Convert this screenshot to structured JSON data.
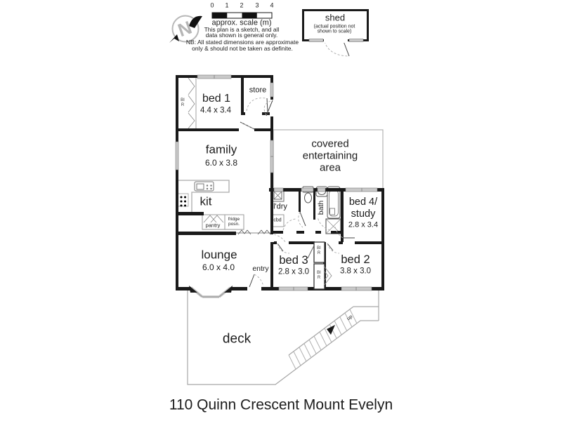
{
  "title": "110 Quinn Crescent Mount Evelyn",
  "scalebar": {
    "ticks": [
      "0",
      "1",
      "2",
      "3",
      "4"
    ],
    "caption": "approx. scale (m)",
    "note1": "This plan is a sketch, and all",
    "note2": "data shown is general only.",
    "nb1": "NB: All stated dimensions are approximate",
    "nb2": "only & should not be taken as definite."
  },
  "compass": {
    "letter": "N"
  },
  "shed": {
    "name": "shed",
    "note1": "(actual position not",
    "note2": "shown to scale)"
  },
  "rooms": {
    "bed1": {
      "name": "bed 1",
      "dims": "4.4 x 3.4"
    },
    "store": {
      "name": "store"
    },
    "family": {
      "name": "family",
      "dims": "6.0 x 3.8"
    },
    "covered": {
      "line1": "covered",
      "line2": "entertaining",
      "line3": "area"
    },
    "kit": {
      "name": "kit"
    },
    "pantry": {
      "name": "pantry"
    },
    "fridge": {
      "line1": "fridge",
      "line2": "posn."
    },
    "ldry": {
      "name": "l'dry"
    },
    "cbd": {
      "name": "cbd"
    },
    "bath": {
      "name": "bath"
    },
    "bed4": {
      "line1": "bed 4/",
      "line2": "study",
      "dims": "2.8 x 3.4"
    },
    "lounge": {
      "name": "lounge",
      "dims": "6.0 x 4.0"
    },
    "entry": {
      "name": "entry"
    },
    "bed3": {
      "name": "bed 3",
      "dims": "2.8 x 3.0"
    },
    "bed2": {
      "name": "bed 2",
      "dims": "3.8 x 3.0"
    },
    "deck": {
      "name": "deck"
    }
  },
  "stairs": {
    "up": "up"
  },
  "robe_label": "BIR",
  "colors": {
    "wall": "#1a1a1a",
    "window": "#c9c9c9",
    "outline": "#a6a6a6",
    "text": "#1c1c1c"
  }
}
